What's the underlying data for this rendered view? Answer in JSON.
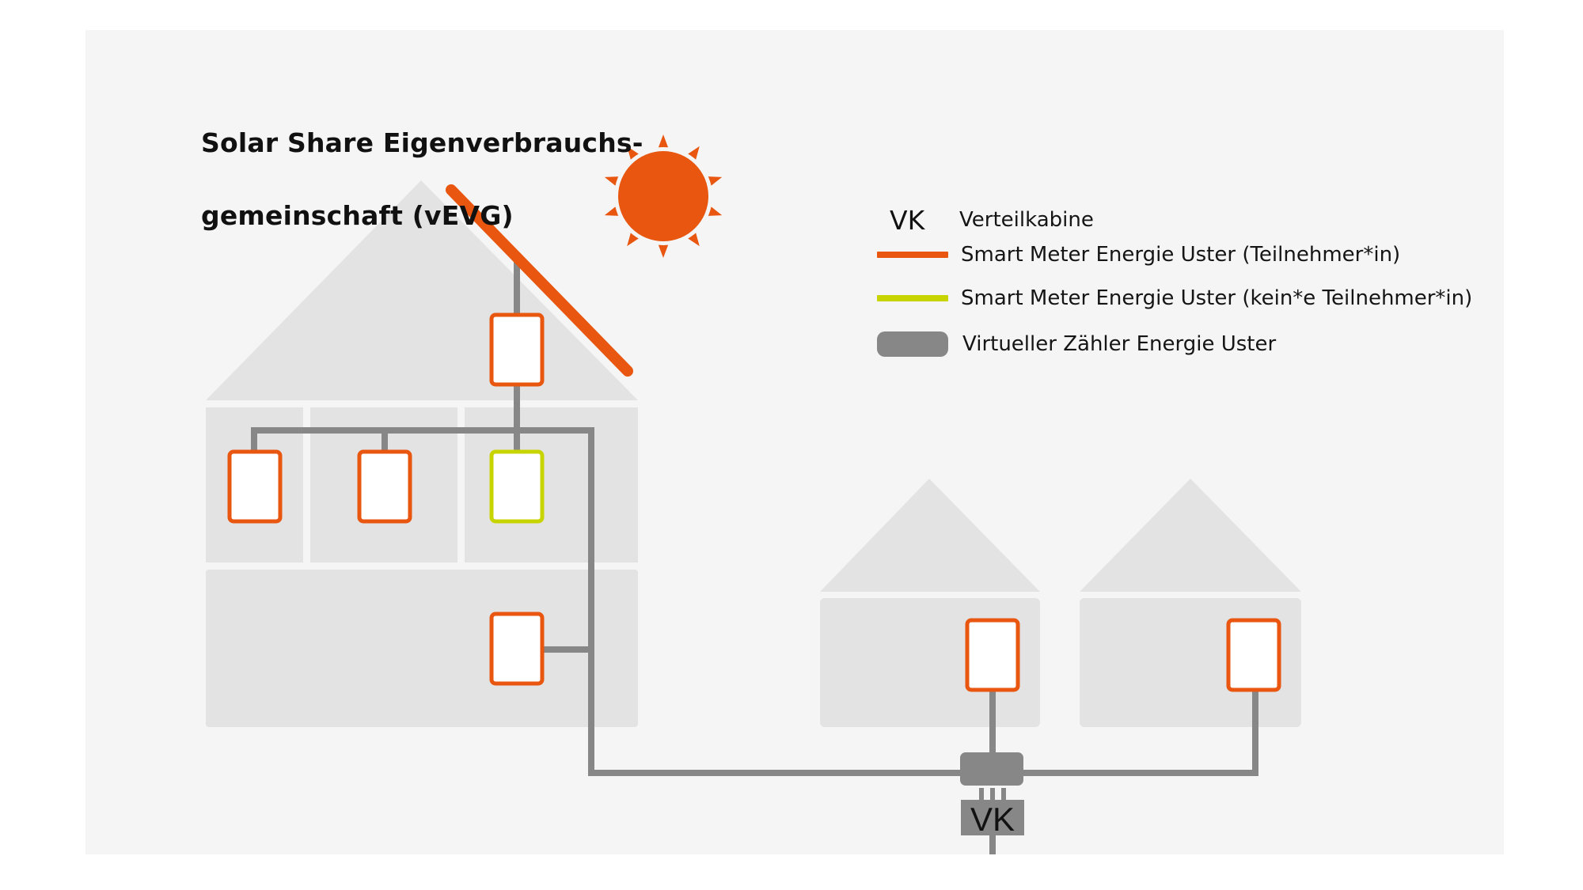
{
  "title": {
    "line1": "Solar Share Eigenverbrauchs-",
    "line2": "gemeinschaft (vEVG)"
  },
  "legend": {
    "items": [
      {
        "key_type": "text",
        "key_text": "VK",
        "label": "Verteilkabine"
      },
      {
        "key_type": "line",
        "color": "#e8560f",
        "label": "Smart Meter Energie Uster (Teilnehmer*in)"
      },
      {
        "key_type": "line",
        "color": "#c8d400",
        "label": "Smart Meter Energie Uster (kein*e Teilnehmer*in)"
      },
      {
        "key_type": "pill",
        "color": "#878787",
        "label": "Virtueller Zähler Energie Uster"
      }
    ]
  },
  "distribution_cabinet": {
    "label": "VK"
  },
  "colors": {
    "page_background": "#ffffff",
    "panel_background": "#f5f5f5",
    "house_fill": "#e3e3e3",
    "participant_orange": "#e8560f",
    "non_participant_green": "#c8d400",
    "wire_gray": "#878787",
    "meter_fill": "#ffffff",
    "text": "#111111"
  },
  "meters": [
    {
      "house": "main",
      "location": "roof / PV production",
      "type": "participant"
    },
    {
      "house": "main",
      "location": "apartment 1",
      "type": "participant"
    },
    {
      "house": "main",
      "location": "apartment 2",
      "type": "participant"
    },
    {
      "house": "main",
      "location": "apartment 3",
      "type": "non_participant"
    },
    {
      "house": "main",
      "location": "ground floor",
      "type": "participant"
    },
    {
      "house": "neighbor-1",
      "location": "ground floor",
      "type": "participant"
    },
    {
      "house": "neighbor-2",
      "location": "ground floor",
      "type": "participant"
    }
  ]
}
